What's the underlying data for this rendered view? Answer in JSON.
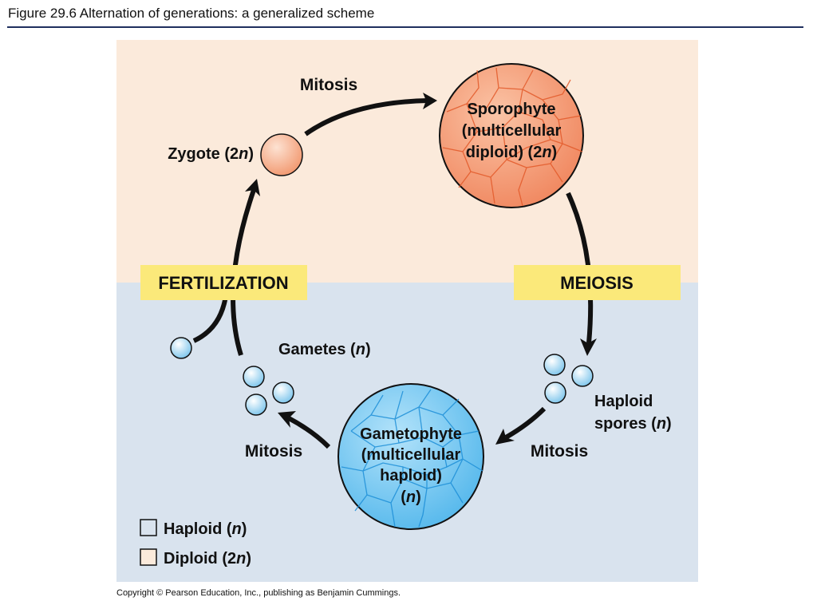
{
  "header": {
    "title": "Figure 29.6  Alternation of generations: a generalized scheme"
  },
  "diagram": {
    "labels": {
      "mitosis_top": "Mitosis",
      "zygote_text": "Zygote (2",
      "zygote_n": "n",
      "zygote_close": ")",
      "sporophyte_line1": "Sporophyte",
      "sporophyte_line2": "(multicellular",
      "sporophyte_line3_text": "diploid) (2",
      "sporophyte_line3_n": "n",
      "sporophyte_line3_close": ")",
      "fertilization": "FERTILIZATION",
      "meiosis": "MEIOSIS",
      "gametes_text": "Gametes (",
      "gametes_n": "n",
      "gametes_close": ")",
      "haploid_spores_line1": "Haploid",
      "haploid_spores_line2_text": "spores (",
      "haploid_spores_line2_n": "n",
      "haploid_spores_line2_close": ")",
      "gametophyte_line1": "Gametophyte",
      "gametophyte_line2": "(multicellular",
      "gametophyte_line3": "haploid)",
      "gametophyte_line4_open": "(",
      "gametophyte_line4_n": "n",
      "gametophyte_line4_close": ")",
      "mitosis_left": "Mitosis",
      "mitosis_right": "Mitosis"
    },
    "legend": {
      "haploid_text": "Haploid (",
      "haploid_n": "n",
      "haploid_close": ")",
      "diploid_text": "Diploid (2",
      "diploid_n": "n",
      "diploid_close": ")"
    },
    "colors": {
      "diploid_region": "#fbeadb",
      "haploid_region": "#d9e3ee",
      "label_box": "#fbe97a",
      "sporophyte_fill": "#f59f7c",
      "gametophyte_fill": "#7cc8f0",
      "arrow": "#111111"
    }
  },
  "footer": {
    "copyright": "Copyright © Pearson Education, Inc., publishing as Benjamin Cummings."
  }
}
